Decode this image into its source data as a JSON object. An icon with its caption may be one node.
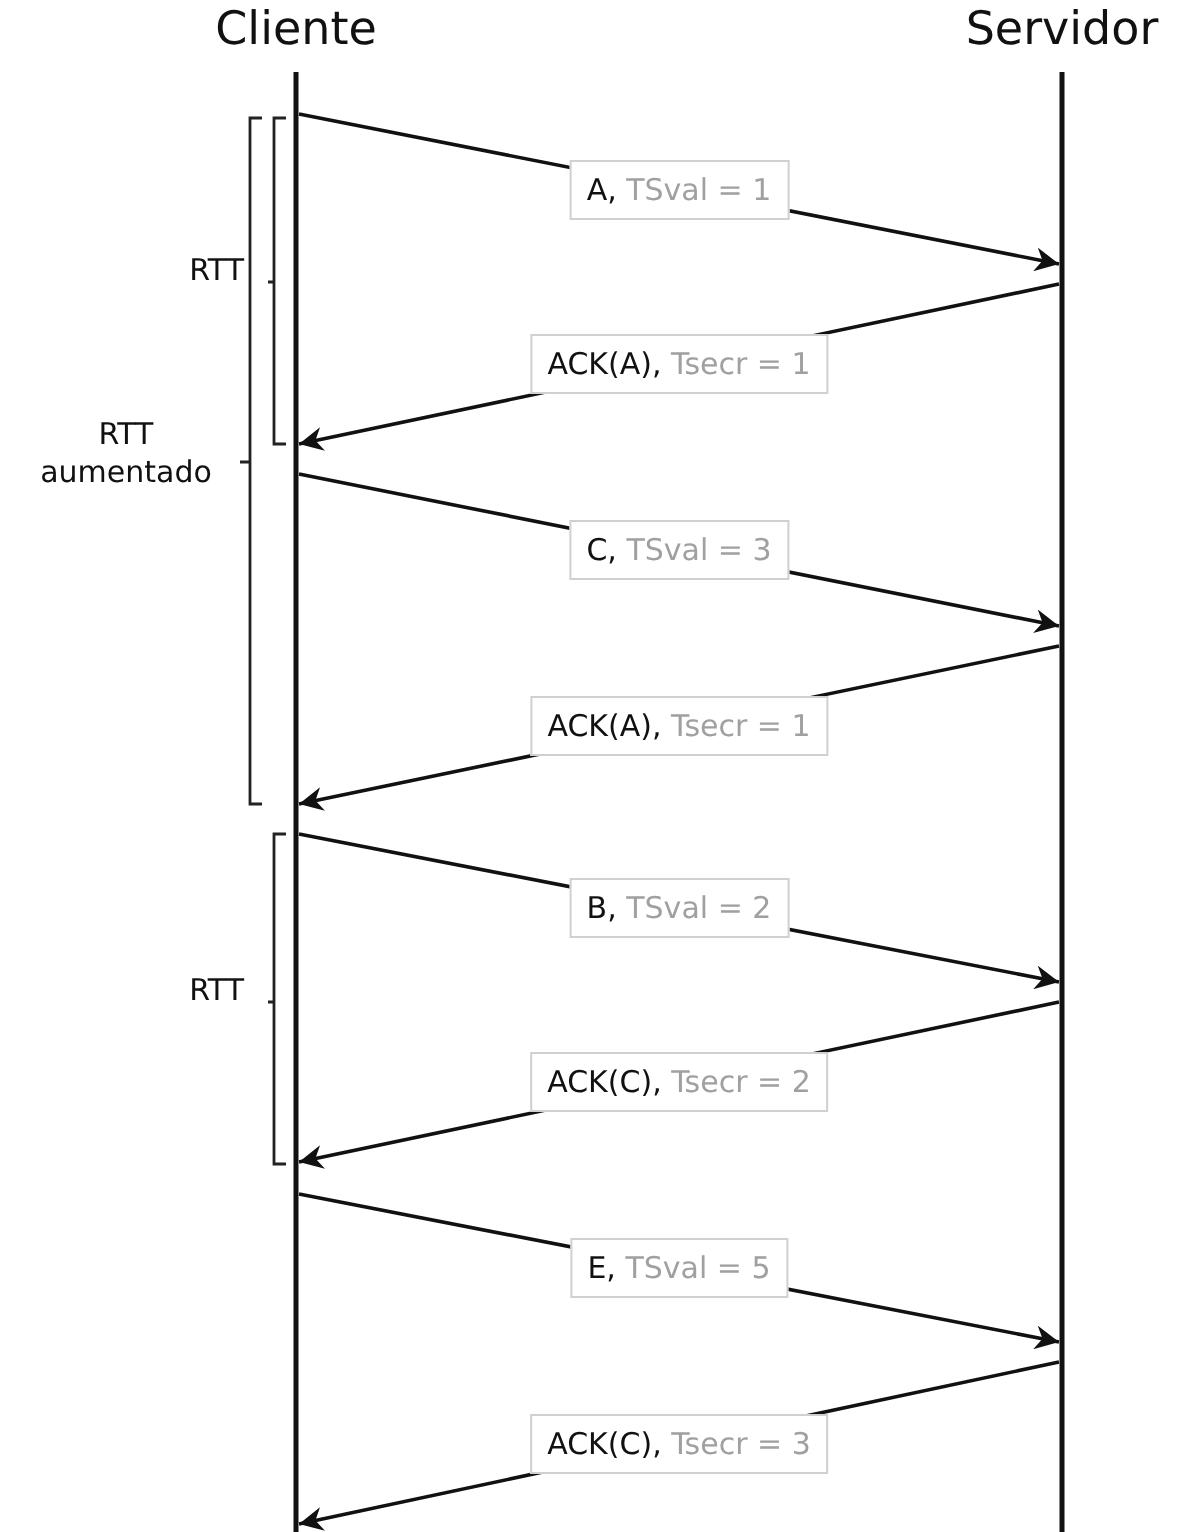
{
  "diagram": {
    "nodes": [
      {
        "text": [
          "Cliente"
        ]
      },
      {
        "text": [
          "Servidor"
        ]
      }
    ],
    "edges": [
      {
        "from": 0,
        "to": 1,
        "arrow": "to",
        "label": "A, TSval = 1"
      },
      {
        "from": 1,
        "to": 0,
        "arrow": "to",
        "label": "ACK(A), Tsecr = 1"
      },
      {
        "from": 0,
        "to": 1,
        "arrow": "to",
        "label": "C, TSval = 3"
      },
      {
        "from": 1,
        "to": 0,
        "arrow": "to",
        "label": "ACK(A), Tsecr = 1"
      },
      {
        "from": 0,
        "to": 1,
        "arrow": "to",
        "label": "B, TSval = 2"
      },
      {
        "from": 1,
        "to": 0,
        "arrow": "to",
        "label": "ACK(C), Tsecr = 2"
      },
      {
        "from": 0,
        "to": 1,
        "arrow": "to",
        "label": "E, TSval = 5"
      },
      {
        "from": 1,
        "to": 0,
        "arrow": "to",
        "label": "ACK(C), Tsecr = 3"
      }
    ],
    "labels": [
      "RTT",
      "RTT aumentado",
      "RTT"
    ]
  }
}
